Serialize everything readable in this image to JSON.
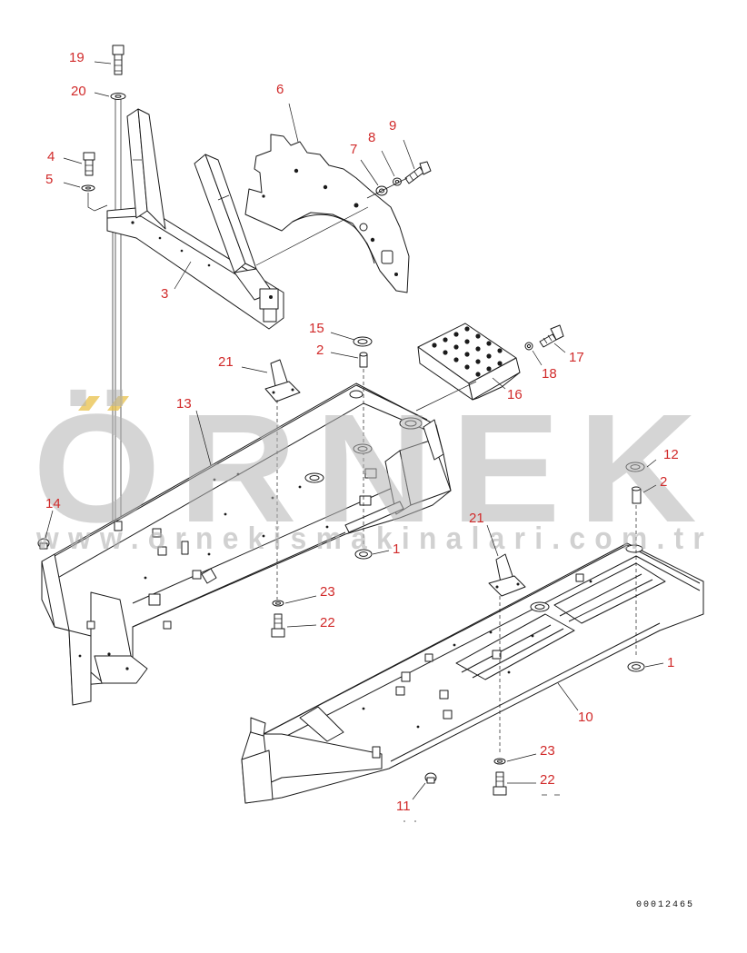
{
  "drawing_number": "00012465",
  "watermark": {
    "word": "ÖRNEK",
    "url": "www.ornekismakinalari.com.tr",
    "color": "#b3b3b3"
  },
  "callout_color": "#d12a2a",
  "callouts": [
    {
      "id": "c19",
      "label": "19"
    },
    {
      "id": "c20",
      "label": "20"
    },
    {
      "id": "c4",
      "label": "4"
    },
    {
      "id": "c5",
      "label": "5"
    },
    {
      "id": "c6",
      "label": "6"
    },
    {
      "id": "c7",
      "label": "7"
    },
    {
      "id": "c8",
      "label": "8"
    },
    {
      "id": "c9",
      "label": "9"
    },
    {
      "id": "c3",
      "label": "3"
    },
    {
      "id": "c15",
      "label": "15"
    },
    {
      "id": "c2a",
      "label": "2"
    },
    {
      "id": "c17",
      "label": "17"
    },
    {
      "id": "c18",
      "label": "18"
    },
    {
      "id": "c16",
      "label": "16"
    },
    {
      "id": "c21a",
      "label": "21"
    },
    {
      "id": "c13",
      "label": "13"
    },
    {
      "id": "c12",
      "label": "12"
    },
    {
      "id": "c2b",
      "label": "2"
    },
    {
      "id": "c14",
      "label": "14"
    },
    {
      "id": "c21b",
      "label": "21"
    },
    {
      "id": "c1a",
      "label": "1"
    },
    {
      "id": "c23a",
      "label": "23"
    },
    {
      "id": "c22a",
      "label": "22"
    },
    {
      "id": "c1b",
      "label": "1"
    },
    {
      "id": "c10",
      "label": "10"
    },
    {
      "id": "c23b",
      "label": "23"
    },
    {
      "id": "c22b",
      "label": "22"
    },
    {
      "id": "c11",
      "label": "11"
    }
  ]
}
